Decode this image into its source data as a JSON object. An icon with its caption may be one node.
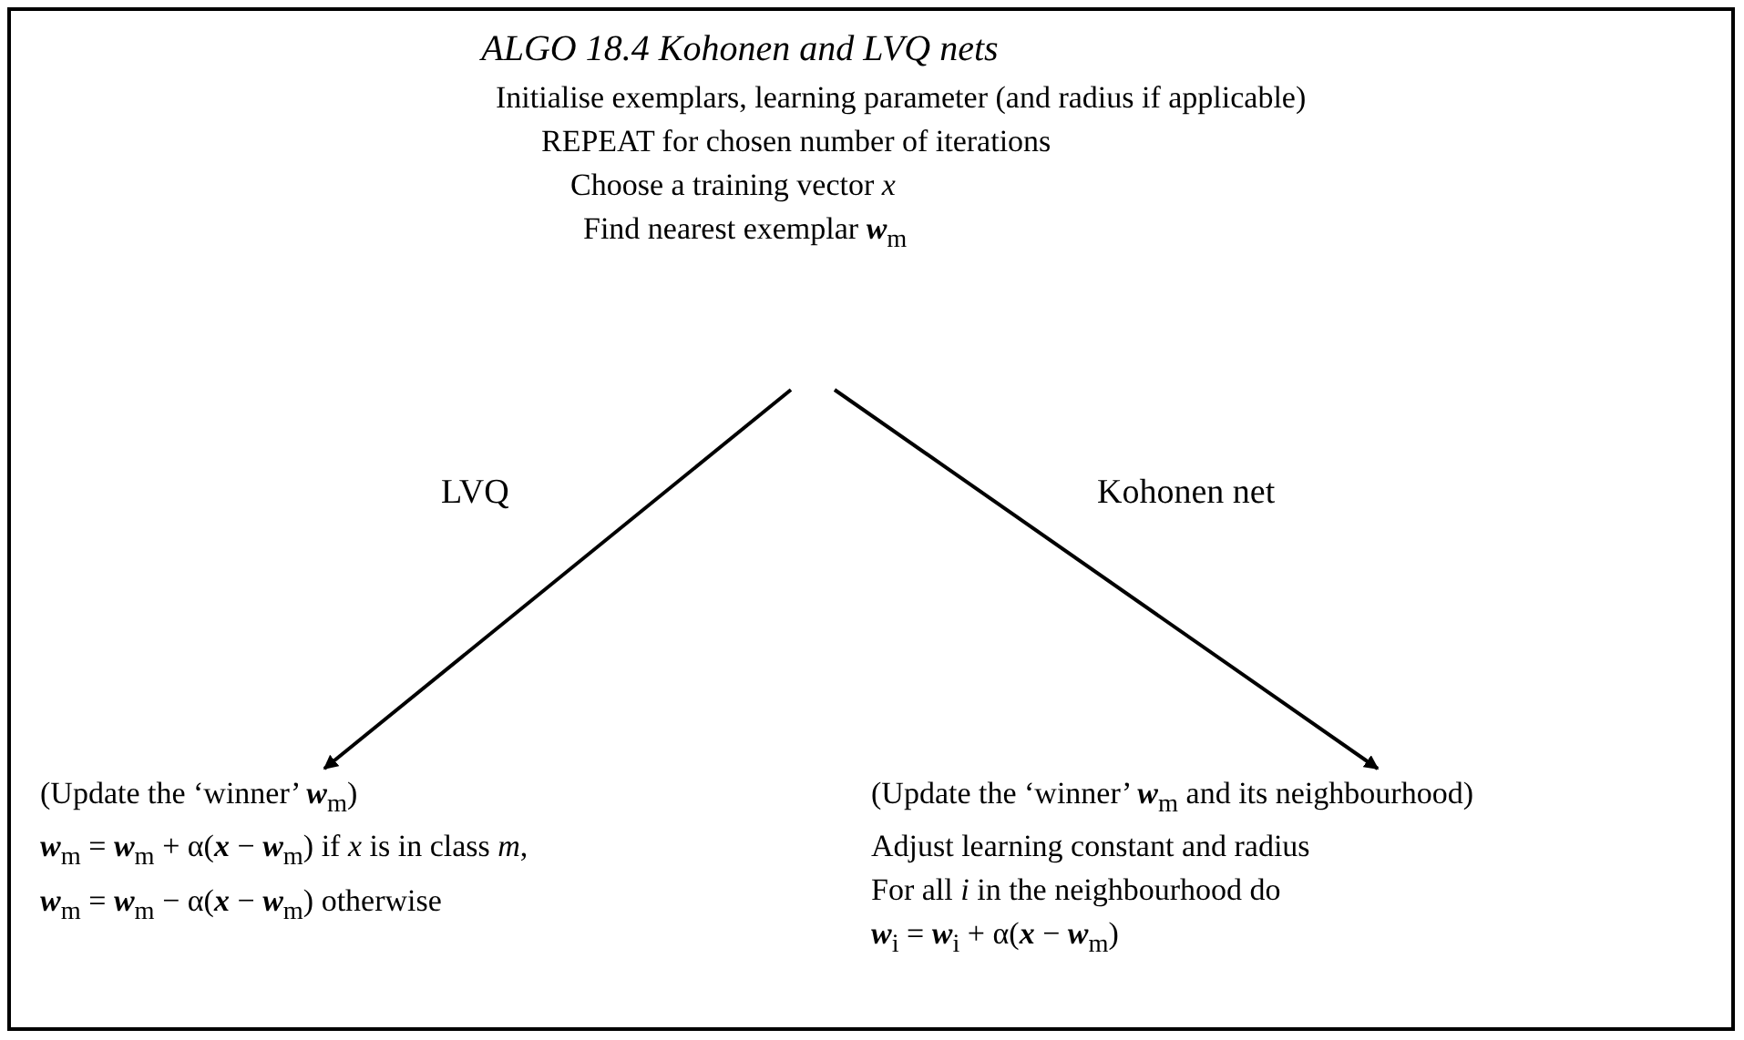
{
  "diagram": {
    "title": "ALGO 18.4 Kohonen and LVQ nets",
    "nodes": [
      {
        "text": [
          "Initialise exemplars, learning parameter (and radius if applicable)",
          "REPEAT for chosen number of iterations",
          "Choose a training vector *x*",
          "Find nearest exemplar **w**$_{m}$"
        ]
      },
      {
        "text": [
          "(Update the ‘winner’ **w**$_{m}$)",
          "**w**$_{m}$ = **w**$_{m}$ + α(**x** − **w**$_{m}$) if *x* is in class *m*,",
          "**w**$_{m}$ = **w**$_{m}$ − α(**x** − **w**$_{m}$) otherwise"
        ]
      },
      {
        "text": [
          "(Update the ‘winner’ **w**$_{m}$ and its neighbourhood)",
          "Adjust learning constant and radius",
          "For all *i* in the neighbourhood do",
          "**w**$_{i}$ = **w**$_{i}$ + α(**x** − **w**$_{m}$)"
        ]
      }
    ],
    "edges": [
      {
        "from": 0,
        "to": 1,
        "arrow": "to",
        "label": "LVQ"
      },
      {
        "from": 0,
        "to": 2,
        "arrow": "to",
        "label": "Kohonen net"
      }
    ]
  }
}
